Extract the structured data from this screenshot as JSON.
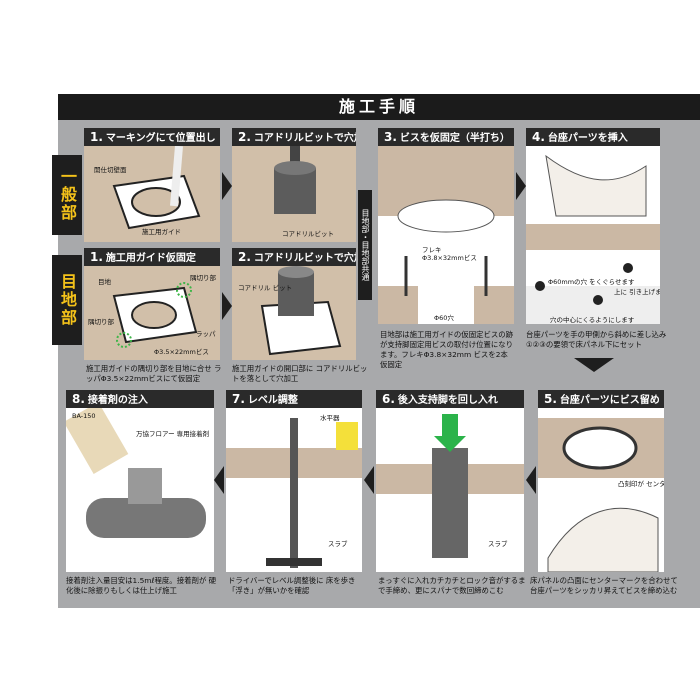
{
  "title": "施工手順",
  "side_tabs": {
    "general": "一般部",
    "joint": "目地部"
  },
  "joint_common": "目地部・目地部共通",
  "steps": {
    "s1a": {
      "num": "1.",
      "title": "マーキングにて位置出し",
      "labels": [
        "開仕切壁面",
        "施工用ガイド"
      ]
    },
    "s2a": {
      "num": "2.",
      "title": "コアドリルビットで穴加工",
      "labels": [
        "コアドリルビット"
      ]
    },
    "s1b": {
      "num": "1.",
      "title": "施工用ガイド仮固定",
      "labels": [
        "目地",
        "隅切り部",
        "隅切り部",
        "ラッパ",
        "Φ3.5×22mmビス"
      ],
      "caption": "施工用ガイドの隅切り部を目地に合せ ラッパΦ3.5×22mmビスにて仮固定"
    },
    "s2b": {
      "num": "2.",
      "title": "コアドリルビットで穴加工",
      "labels": [
        "コアドリル ビット"
      ],
      "caption": "施工用ガイドの開口部に コアドリルビットを落として穴加工"
    },
    "s3": {
      "num": "3.",
      "title": "ビスを仮固定（半打ち）",
      "labels": [
        "フレキ",
        "Φ3.8×32mmビス",
        "Φ60穴"
      ],
      "caption": "目地部は施工用ガイドの仮固定ビスの跡が支持脚固定用ビスの取付け位置になります。フレキΦ3.8×32mm ビスを2本仮固定"
    },
    "s4": {
      "num": "4.",
      "title": "台座パーツを挿入",
      "labels": [
        "Φ60mmの穴 をくぐらせます",
        "穴の中心にくるようにします",
        "上に 引き上げます"
      ],
      "caption": "台座パーツを手の甲側から斜めに差し込み ①②③の要領で床パネル下にセット"
    },
    "s5": {
      "num": "5.",
      "title": "台座パーツにビス留め",
      "labels": [
        "凸刻印が センターマーク"
      ],
      "caption": "床パネルの凸面にセンターマークを合わせて 台座パーツをシッカリ昇えてビスを締め込む"
    },
    "s6": {
      "num": "6.",
      "title": "後入支持脚を回し入れ",
      "labels": [
        "スラブ"
      ],
      "caption": "まっすぐに入れカチカチとロック音がするまで手締め、更にスパナで数回締めこむ"
    },
    "s7": {
      "num": "7.",
      "title": "レベル調整",
      "labels": [
        "水平器",
        "スラブ"
      ],
      "caption": "ドライバーでレベル調整後に 床を歩き「浮き」が無いかを確認"
    },
    "s8": {
      "num": "8.",
      "title": "接着剤の注入",
      "labels": [
        "万協フロアー 専用接着剤",
        "BA-150"
      ],
      "caption": "接着剤注入量目安は1.5mℓ程度。接着剤が 硬化後に除振りもしくは仕上げ施工"
    }
  },
  "colors": {
    "title_bg": "#1b1b1b",
    "tab_text": "#f4c21a",
    "board": "#cbb8a4",
    "sheet": "#a8a9ab"
  }
}
